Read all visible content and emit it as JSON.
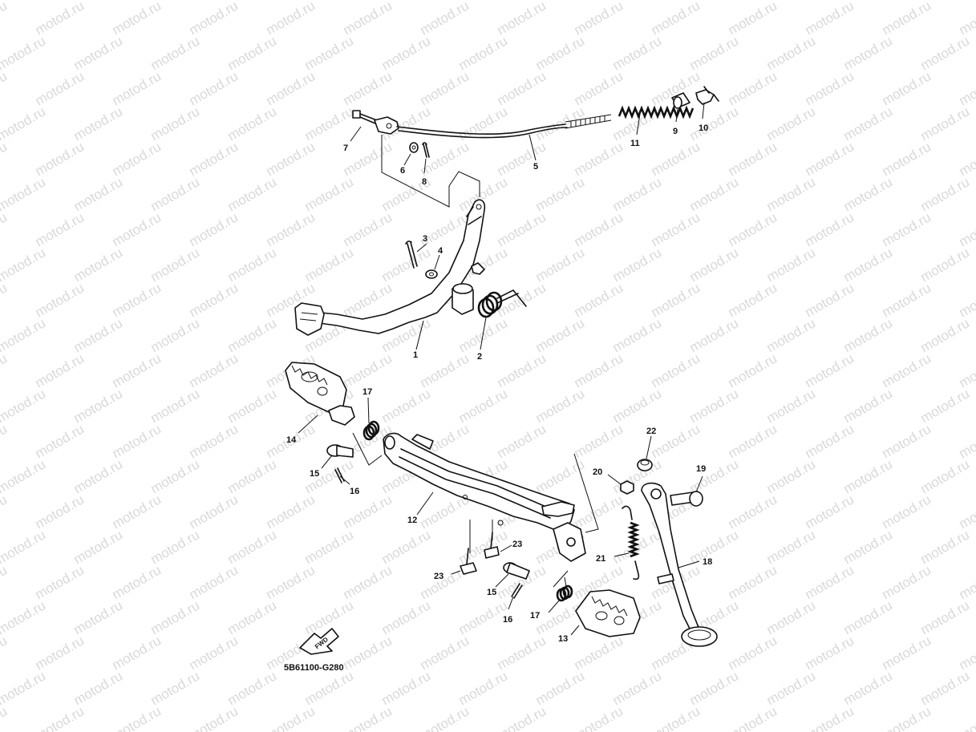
{
  "watermark": {
    "text": "motod.ru"
  },
  "diagram_code": "5B61100-G280",
  "fwd_label": "FWD",
  "callouts": [
    {
      "id": "c1",
      "text": "1"
    },
    {
      "id": "c2",
      "text": "2"
    },
    {
      "id": "c3",
      "text": "3"
    },
    {
      "id": "c4",
      "text": "4"
    },
    {
      "id": "c5",
      "text": "5"
    },
    {
      "id": "c6",
      "text": "6"
    },
    {
      "id": "c7",
      "text": "7"
    },
    {
      "id": "c8",
      "text": "8"
    },
    {
      "id": "c9",
      "text": "9"
    },
    {
      "id": "c10",
      "text": "10"
    },
    {
      "id": "c11",
      "text": "11"
    },
    {
      "id": "c12",
      "text": "12"
    },
    {
      "id": "c13",
      "text": "13"
    },
    {
      "id": "c14",
      "text": "14"
    },
    {
      "id": "c15a",
      "text": "15"
    },
    {
      "id": "c15b",
      "text": "15"
    },
    {
      "id": "c16a",
      "text": "16"
    },
    {
      "id": "c16b",
      "text": "16"
    },
    {
      "id": "c17a",
      "text": "17"
    },
    {
      "id": "c17b",
      "text": "17"
    },
    {
      "id": "c18",
      "text": "18"
    },
    {
      "id": "c19",
      "text": "19"
    },
    {
      "id": "c20",
      "text": "20"
    },
    {
      "id": "c21",
      "text": "21"
    },
    {
      "id": "c22",
      "text": "22"
    },
    {
      "id": "c23a",
      "text": "23"
    },
    {
      "id": "c23b",
      "text": "23"
    }
  ]
}
